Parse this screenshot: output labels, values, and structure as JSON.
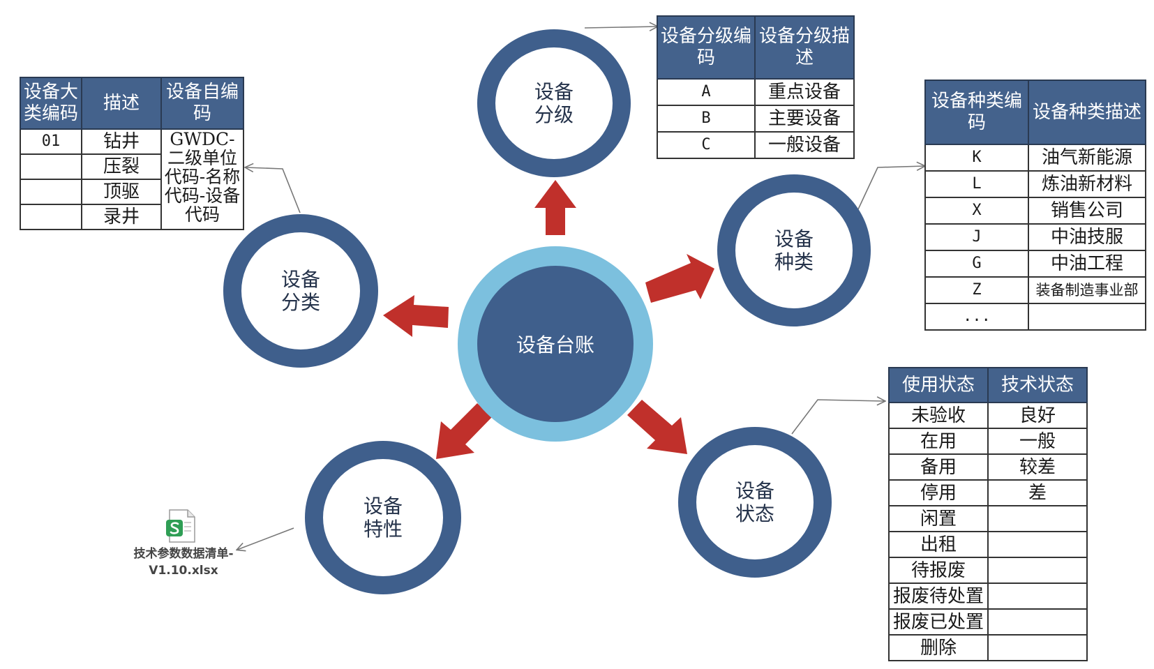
{
  "colors": {
    "ring": "#3f5f8c",
    "hub_outer": "#7cc0de",
    "arrow": "#c0302b",
    "header": "#44628c"
  },
  "center": {
    "label": "设备台账"
  },
  "nodes": {
    "grade": "设备分级",
    "kind": "设备种类",
    "status": "设备状态",
    "property": "设备特性",
    "category": "设备分类"
  },
  "category_table": {
    "headers": [
      "设备大类编码",
      "描述",
      "设备自编码"
    ],
    "rows": [
      [
        "01",
        "钻井",
        ""
      ],
      [
        "",
        "压裂",
        ""
      ],
      [
        "",
        "顶驱",
        ""
      ],
      [
        "",
        "录井",
        ""
      ]
    ],
    "self_code": "GWDC-二级单位代码-名称代码-设备代码"
  },
  "grade_table": {
    "headers": [
      "设备分级编码",
      "设备分级描述"
    ],
    "rows": [
      [
        "A",
        "重点设备"
      ],
      [
        "B",
        "主要设备"
      ],
      [
        "C",
        "一般设备"
      ]
    ]
  },
  "kind_table": {
    "headers": [
      "设备种类编码",
      "设备种类描述"
    ],
    "rows": [
      [
        "K",
        "油气新能源"
      ],
      [
        "L",
        "炼油新材料"
      ],
      [
        "X",
        "销售公司"
      ],
      [
        "J",
        "中油技服"
      ],
      [
        "G",
        "中油工程"
      ],
      [
        "Z",
        "装备制造事业部"
      ],
      [
        "...",
        ""
      ]
    ]
  },
  "status_table": {
    "headers": [
      "使用状态",
      "技术状态"
    ],
    "rows": [
      [
        "未验收",
        "良好"
      ],
      [
        "在用",
        "一般"
      ],
      [
        "备用",
        "较差"
      ],
      [
        "停用",
        "差"
      ],
      [
        "闲置",
        ""
      ],
      [
        "出租",
        ""
      ],
      [
        "待报废",
        ""
      ],
      [
        "报废待处置",
        ""
      ],
      [
        "报废已处置",
        ""
      ],
      [
        "删除",
        ""
      ]
    ]
  },
  "attachment": {
    "icon": "spreadsheet-file-icon",
    "filename": "技术参数数据清单-V1.10.xlsx"
  }
}
